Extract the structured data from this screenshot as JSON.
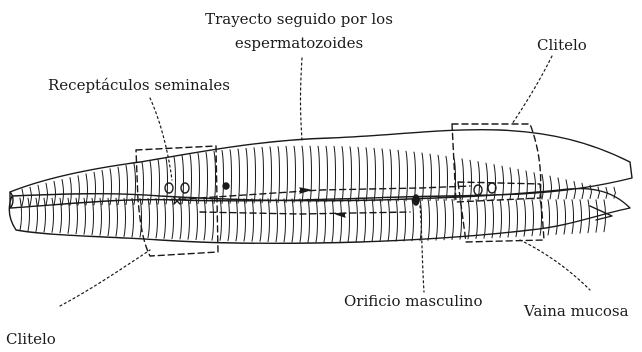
{
  "labels": {
    "sperm_path_line1": "Trayecto seguido por los",
    "sperm_path_line2": "espermatozoides",
    "clitellum_top": "Clitelo",
    "seminal_receptacles": "Receptáculos seminales",
    "male_pore": "Orificio masculino",
    "mucous_sheath": "Vaina mucosa",
    "clitellum_bottom": "Clitelo"
  },
  "colors": {
    "ink": "#1a1a1a",
    "background": "#ffffff"
  }
}
